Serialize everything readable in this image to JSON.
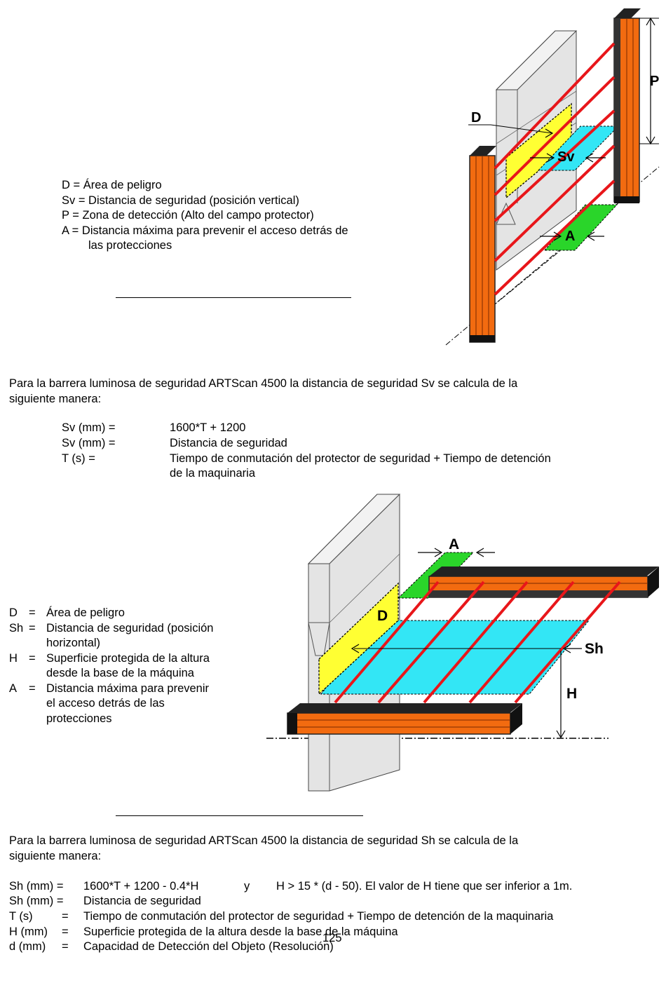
{
  "legend1": {
    "d": "D = Área de peligro",
    "sv": "Sv = Distancia de seguridad (posición vertical)",
    "p": "P = Zona de detección (Alto del campo protector)",
    "a1": "A = Distancia máxima para prevenir el acceso detrás de",
    "a2": "las protecciones"
  },
  "fig1": {
    "p": "P",
    "d": "D",
    "sv": "Sv",
    "a": "A"
  },
  "para1": {
    "l1": "Para la barrera luminosa de seguridad ARTScan 4500 la distancia de seguridad Sv se calcula de la",
    "l2": "siguiente manera:"
  },
  "formula1": [
    {
      "term": "Sv (mm) =",
      "def": "1600*T + 1200"
    },
    {
      "term": "Sv (mm) =",
      "def": "Distancia de seguridad"
    },
    {
      "term": "T (s) =",
      "def": "Tiempo de conmutación del protector de seguridad + Tiempo de detención"
    },
    {
      "term": "",
      "def": "de la maquinaria"
    }
  ],
  "fig2": {
    "a": "A",
    "d": "D",
    "sh": "Sh",
    "h": "H"
  },
  "legend2": [
    {
      "key": "D",
      "eq": "=",
      "text": "Área de peligro"
    },
    {
      "key": "Sh",
      "eq": "=",
      "text": "Distancia de seguridad (posición"
    },
    {
      "key": "",
      "eq": "",
      "text": "horizontal)"
    },
    {
      "key": "H",
      "eq": "=",
      "text": "Superficie protegida de la altura"
    },
    {
      "key": "",
      "eq": "",
      "text": "desde la base de la máquina"
    },
    {
      "key": "A",
      "eq": "=",
      "text": "Distancia máxima para prevenir"
    },
    {
      "key": "",
      "eq": "",
      "text": "el acceso detrás de las"
    },
    {
      "key": "",
      "eq": "",
      "text": "protecciones"
    }
  ],
  "para2": {
    "l1": "Para la barrera luminosa de seguridad ARTScan 4500 la distancia de seguridad Sh se calcula de la",
    "l2": "siguiente manera:"
  },
  "formula2": {
    "r1": {
      "term": "Sh (mm) =",
      "def": "1600*T + 1200 - 0.4*H",
      "y": "y",
      "cond": "H > 15 * (d - 50). El valor de H tiene que ser inferior a 1m."
    },
    "r2": {
      "term": "Sh (mm) =",
      "def": "Distancia de seguridad"
    },
    "r3": {
      "term": "T (s)",
      "eq": "=",
      "def": "Tiempo de conmutación del protector de seguridad + Tiempo de detención de la maquinaria"
    },
    "r4": {
      "term": "H (mm)",
      "eq": "=",
      "def": "Superficie protegida de la altura desde la base de la máquina"
    },
    "r5": {
      "term": "d (mm)",
      "eq": "=",
      "def": "Capacidad de Detección del Objeto (Resolución)"
    }
  },
  "page_number": "125"
}
